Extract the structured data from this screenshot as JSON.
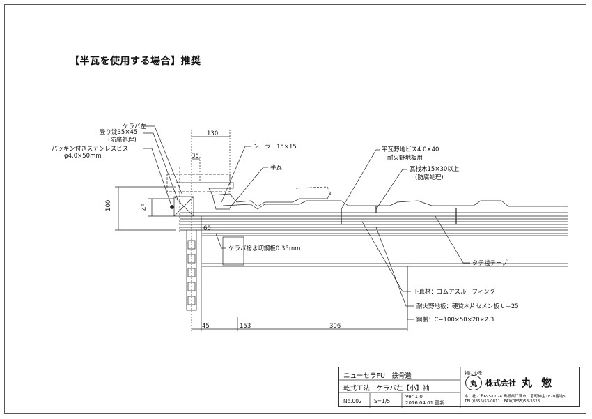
{
  "heading": "【半瓦を使用する場合】推奨",
  "labels": {
    "kerabasa": "ケラバ左",
    "noboriyodo": "登り淀35×45",
    "boufu1": "(防腐処理)",
    "packing": "パッキン付きステンレスビス",
    "phi": "φ4.0×50mm",
    "sealer": "シーラー15×15",
    "hangawara": "半瓦",
    "hiragawara": "平瓦野地ビス4.0×40",
    "taika_noji": "耐火野地板用",
    "kawarasan": "瓦桟木15×30以上",
    "boufu2": "(防腐処理)",
    "keraba_mizu": "ケラバ捨水切鋼板0.35mm",
    "tatesan": "タテ桟テープ",
    "shitabuki": "下葺材：ゴムアスルーフィング",
    "taika_board": "耐火野地板：硬質木片セメン板ｔ＝25",
    "kouzai": "鋼製：C−100×50×20×2.3"
  },
  "dims": {
    "d130": "130",
    "d35": "35",
    "d100": "100",
    "d45v": "45",
    "d60": "60",
    "d45": "45",
    "d153": "153",
    "d306": "306"
  },
  "title_block": {
    "line1": "ニューセラFU　鉄骨造",
    "line2": "乾式工法　ケラバ左【小】袖",
    "no": "No.002",
    "scale": "S=1/5",
    "ver": "Ver 1.0",
    "date": "2016.04.01 更新",
    "motto": "物に心を",
    "logo": "丸",
    "company": "株式会社",
    "company_name": "丸 惣",
    "addr1": "本　社／〒695-0024 島根県江津市二宮町神主1820番地5",
    "addr2": "TEL(0855)53-0811　FAX(0855)53-3623"
  }
}
